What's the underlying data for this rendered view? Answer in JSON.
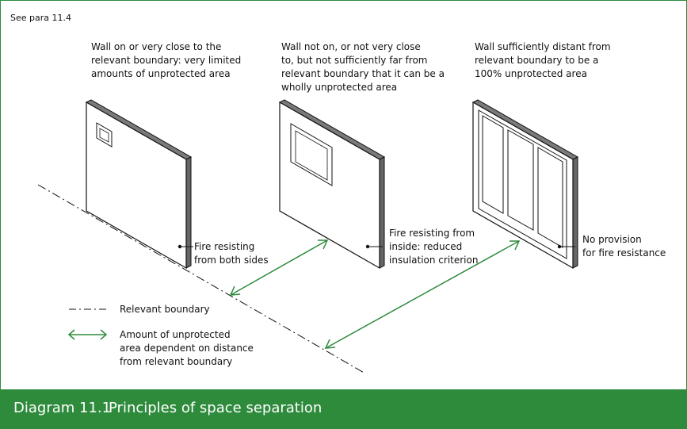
{
  "reference": "See para 11.4",
  "walls": [
    {
      "caption": "Wall on or very close to the\nrelevant boundary: very limited\namounts of unprotected area",
      "note": "Fire resisting\nfrom both sides"
    },
    {
      "caption": "Wall not on, or not very close\nto, but not sufficiently far from\nrelevant boundary that it can be a\nwholly unprotected area",
      "note": "Fire resisting from\ninside: reduced\ninsulation criterion"
    },
    {
      "caption": "Wall sufficiently distant from\nrelevant boundary to be a\n100% unprotected area",
      "note": "No provision\nfor fire resistance"
    }
  ],
  "legend": {
    "boundary_label": "Relevant boundary",
    "arrow_label": "Amount of unprotected\narea dependent on distance\nfrom relevant boundary"
  },
  "footer": {
    "number": "Diagram 11.1",
    "title": "Principles of space separation"
  },
  "colors": {
    "accent": "#2e8b3c",
    "wall_edge": "#555555"
  }
}
